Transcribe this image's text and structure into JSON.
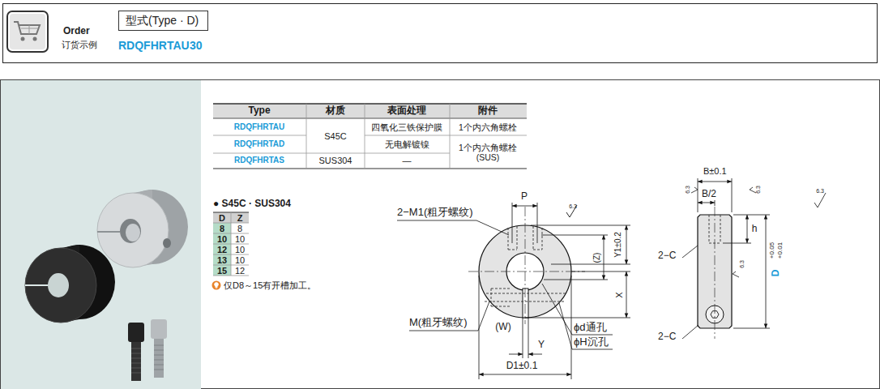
{
  "diagram": {
    "nodes": [
      {
        "text": [
          "Order",
          "订货示例",
          "RDQFHRTAU",
          "30"
        ]
      },
      {
        "text": [
          "型式(Type · D)"
        ],
        "in": 0
      }
    ],
    "labels": [
      "Type",
      "材质",
      "表面处理",
      "附件",
      "RDQFHRTAU",
      "S45C",
      "四氧化三铁保护膜",
      "1个内六角螺栓",
      "RDQFHRTAD",
      "无电解镀镍",
      "1个内六角螺栓 (SUS)",
      "RDQFHRTAS",
      "SUS304",
      "—",
      "● S45C · SUS304",
      "D",
      "Z",
      "8",
      "8",
      "10",
      "10",
      "12",
      "10",
      "13",
      "10",
      "15",
      "12",
      "仅D8～15有开槽加工。",
      "P",
      "2−M1(粗牙螺纹)",
      "6.3",
      "Y1±0.2",
      "(Z)",
      "X",
      "M(粗牙螺纹)",
      "(W)",
      "Y",
      "ϕd通孔",
      "ϕH沉孔",
      "D1±0.1",
      "B±0.1",
      "B/2",
      "6.3",
      "6.3",
      "6.3",
      "h",
      "D",
      "+0.05",
      "+0.01",
      "6.3",
      "2−C",
      "2−C"
    ]
  }
}
